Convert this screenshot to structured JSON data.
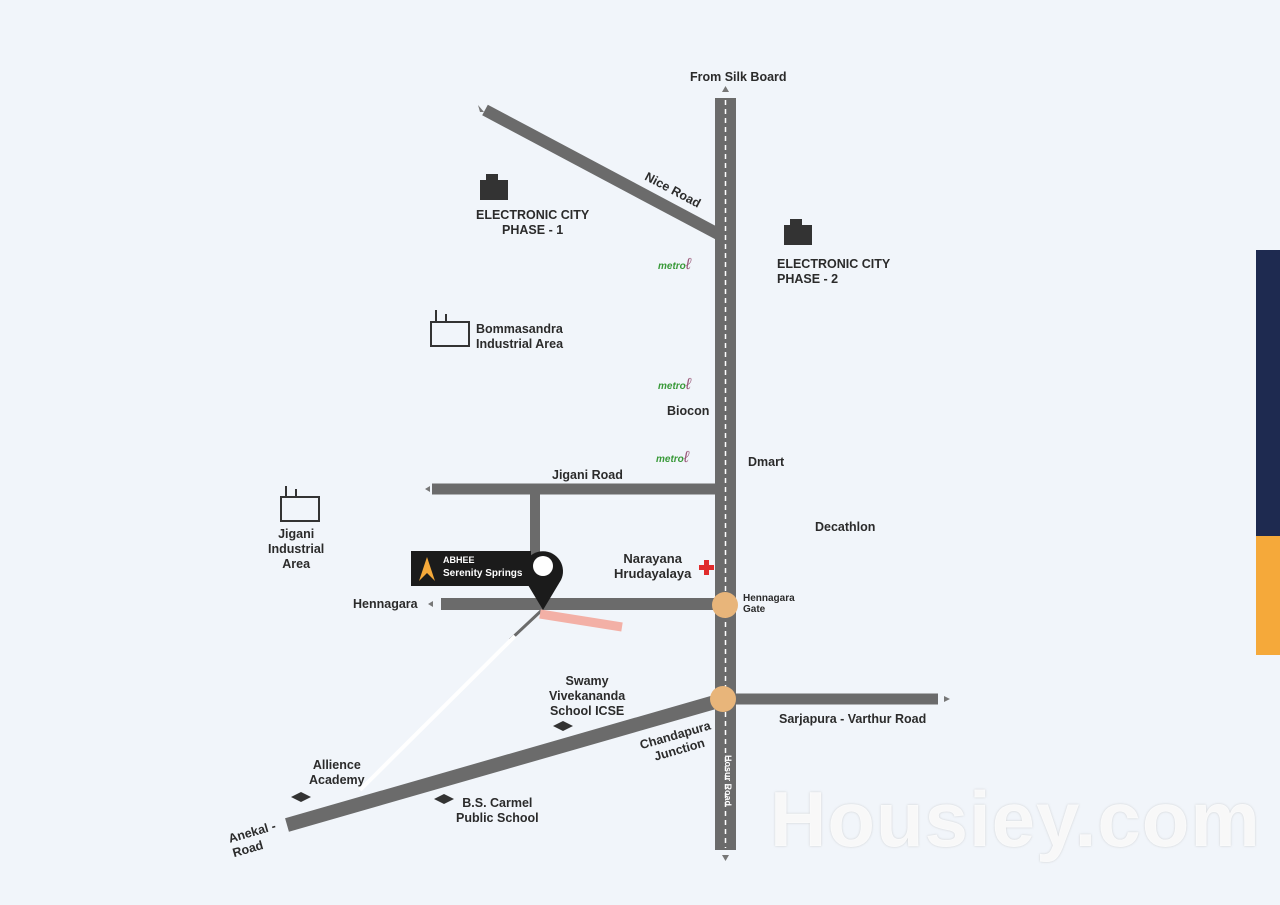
{
  "roads": {
    "from_silk_board": "From Silk Board",
    "nice_road": "Nice Road",
    "jigani_road": "Jigani Road",
    "hennagara": "Hennagara",
    "sarjapura_varthur_road": "Sarjapura - Varthur Road",
    "anekal_road_1": "Anekal -",
    "anekal_road_2": "Road",
    "hosur_road": "Hosur Road",
    "chandapura_1": "Chandapura",
    "chandapura_2": "Junction",
    "hennagara_gate_1": "Hennagara",
    "hennagara_gate_2": "Gate"
  },
  "places": {
    "ec1_1": "ELECTRONIC CITY",
    "ec1_2": "PHASE - 1",
    "ec2_1": "ELECTRONIC CITY",
    "ec2_2": "PHASE - 2",
    "bommasandra_1": "Bommasandra",
    "bommasandra_2": "Industrial Area",
    "biocon": "Biocon",
    "dmart": "Dmart",
    "decathlon": "Decathlon",
    "jigani_1": "Jigani",
    "jigani_2": "Industrial",
    "jigani_3": "Area",
    "narayana_1": "Narayana",
    "narayana_2": "Hrudayalaya",
    "swamy_1": "Swamy",
    "swamy_2": "Vivekananda",
    "swamy_3": "School ICSE",
    "allience_1": "Allience",
    "allience_2": "Academy",
    "carmel_1": "B.S. Carmel",
    "carmel_2": "Public School"
  },
  "project": {
    "line1": "ABHEE",
    "line2": "Serenity Springs"
  },
  "metro_label": "metro",
  "watermark": "Housiey.com",
  "colors": {
    "road": "#6b6b6b",
    "junction": "#e8b57a",
    "route": "#f3b0a6",
    "navy": "#1e2a50",
    "orange": "#f5a93a",
    "hospital": "#e02b2b"
  }
}
